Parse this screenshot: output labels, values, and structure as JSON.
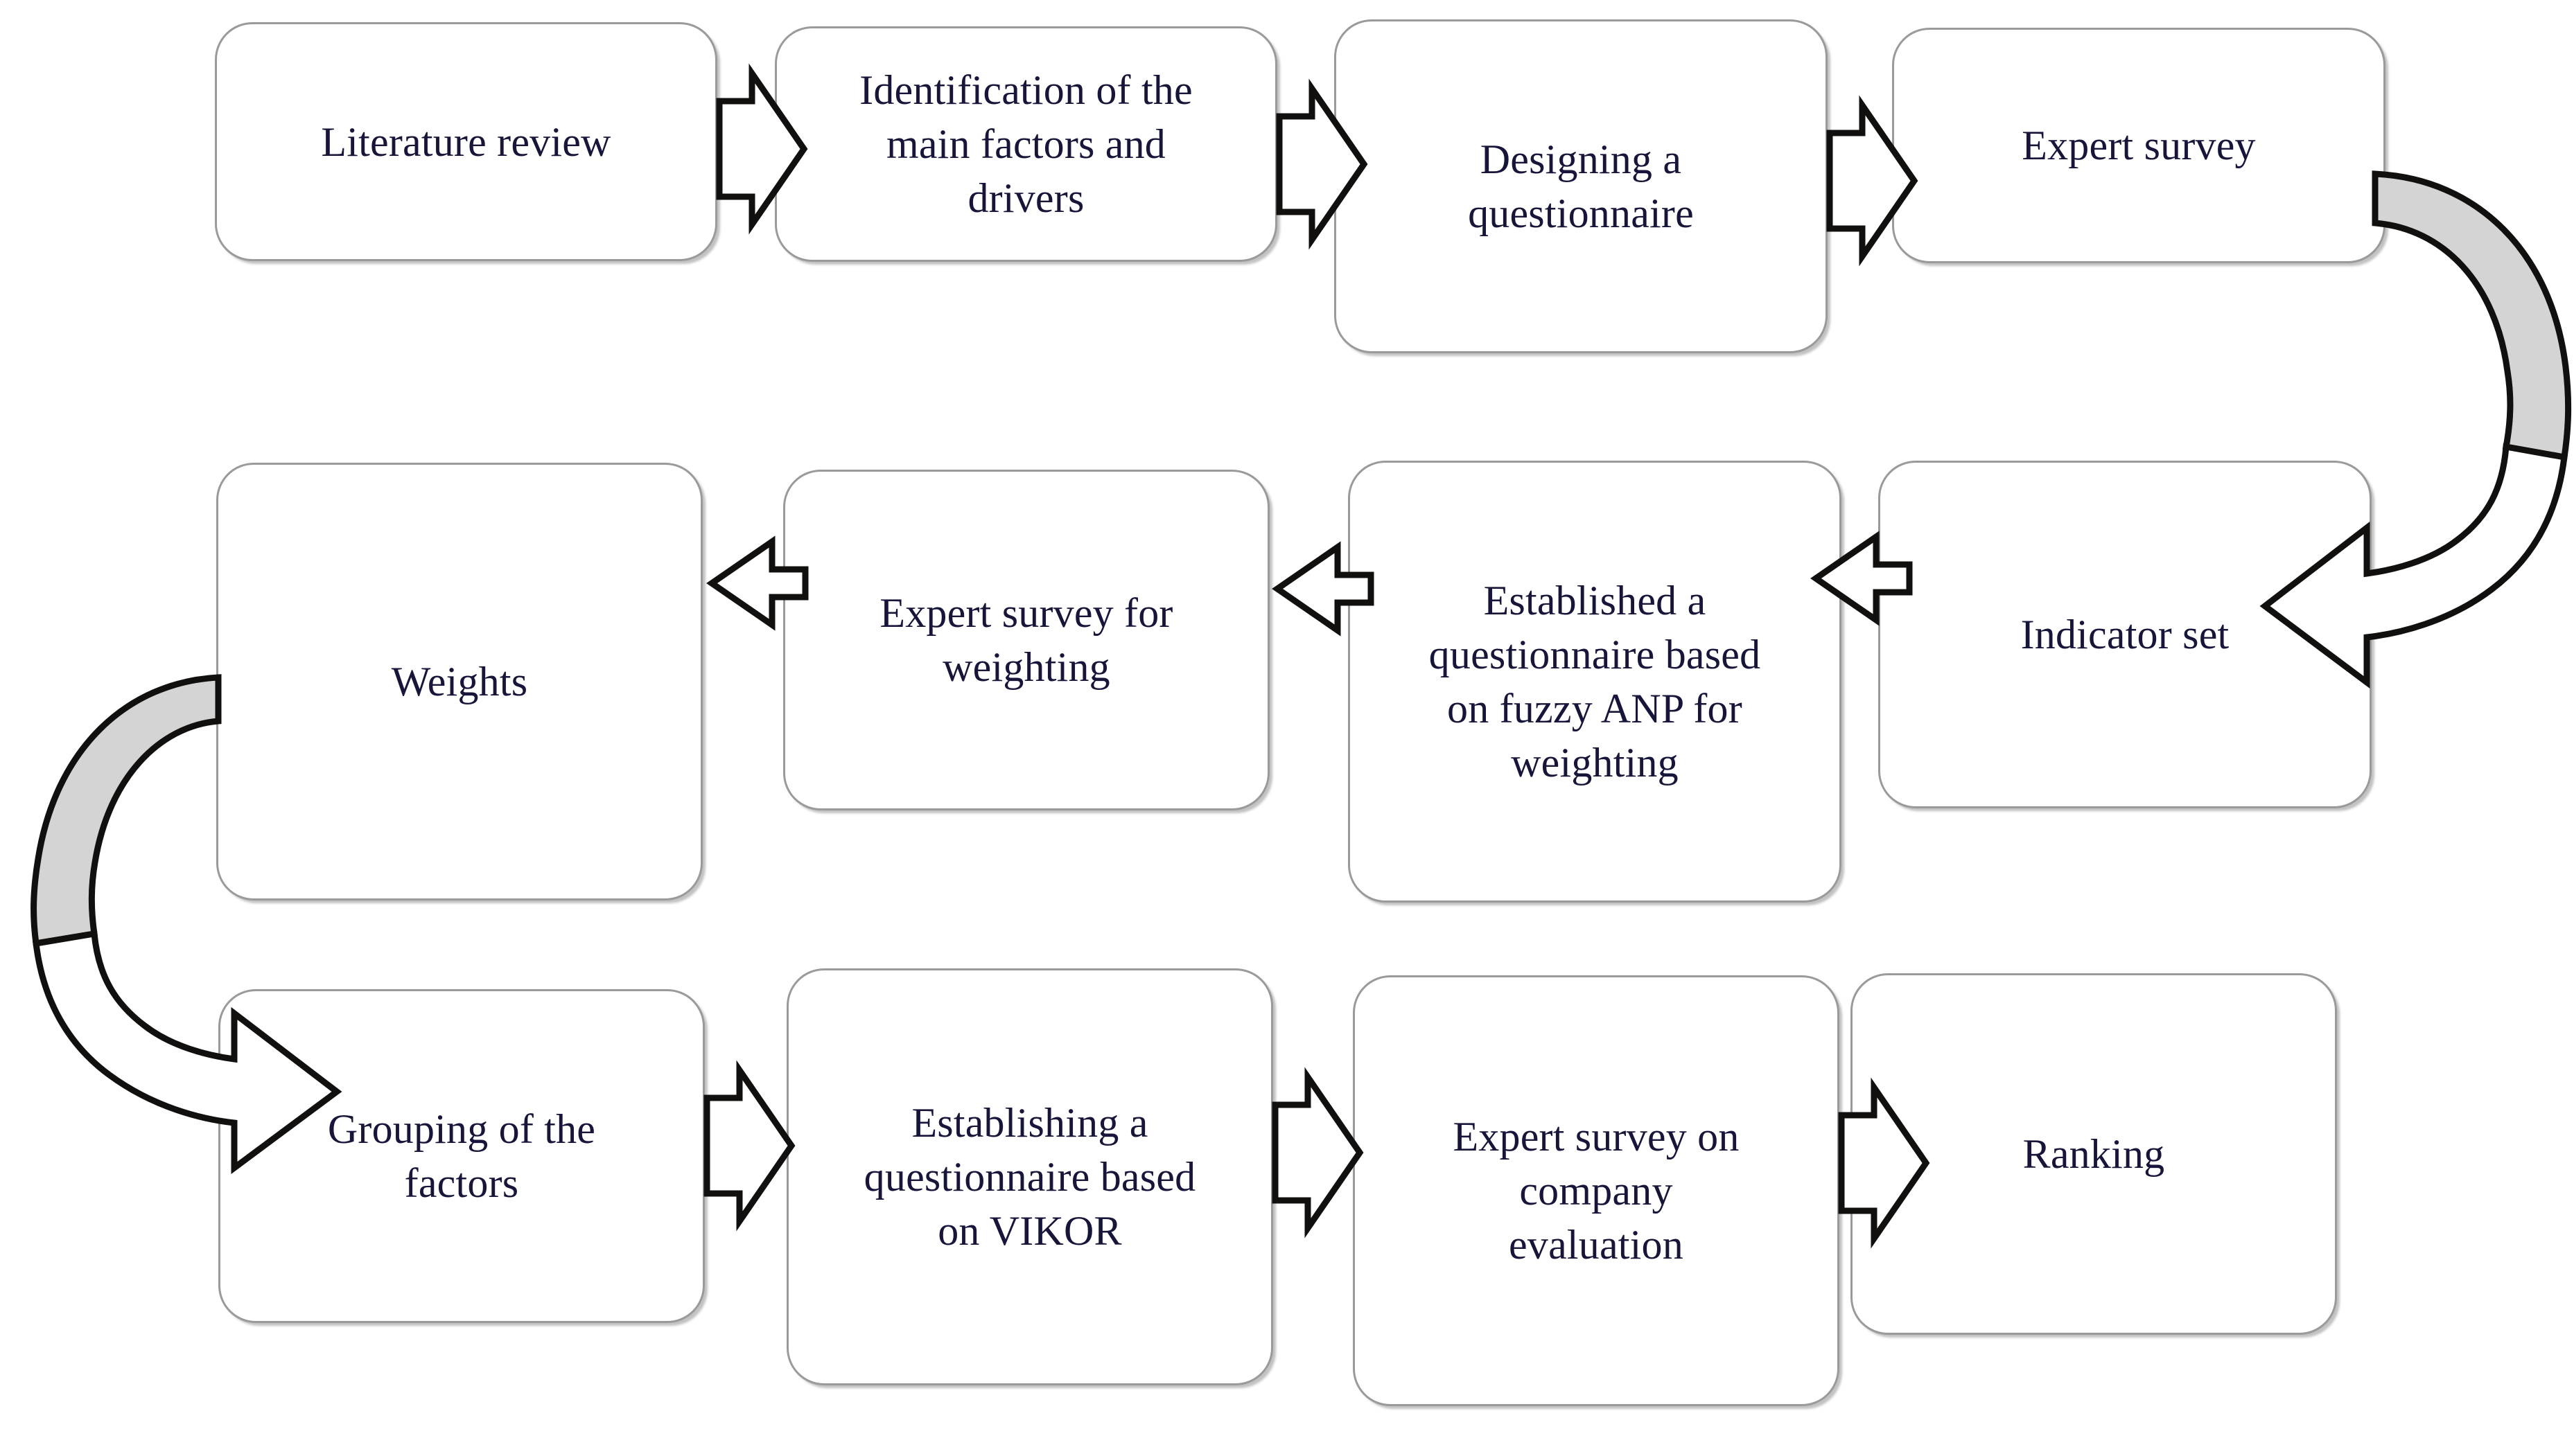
{
  "diagram": {
    "title": "Research methodology flowchart",
    "type": "process-flowchart",
    "rows": 3,
    "colors": {
      "node_fill": "#ffffff",
      "node_border": "#9a9a9a",
      "text": "#17163a",
      "arrow_stroke": "#12100e",
      "arrow_fill": "#ffffff",
      "curved_arrow_fill": "#d4d4d4"
    }
  },
  "nodes": {
    "n1": {
      "id": "literature-review",
      "label": "Literature review",
      "row": 1,
      "col": 1
    },
    "n2": {
      "id": "identification-of-main-factors-and-drivers",
      "label": "Identification of the\nmain factors and\ndrivers",
      "row": 1,
      "col": 2
    },
    "n3": {
      "id": "designing-a-questionnaire",
      "label": "Designing a\nquestionnaire",
      "row": 1,
      "col": 3
    },
    "n4": {
      "id": "expert-survey",
      "label": "Expert survey",
      "row": 1,
      "col": 4
    },
    "n5": {
      "id": "indicator-set",
      "label": "Indicator set",
      "row": 2,
      "col": 4
    },
    "n6": {
      "id": "established-questionnaire-fuzzy-anp",
      "label": "Established a\nquestionnaire based\non fuzzy ANP for\nweighting",
      "row": 2,
      "col": 3
    },
    "n7": {
      "id": "expert-survey-for-weighting",
      "label": "Expert survey for\nweighting",
      "row": 2,
      "col": 2
    },
    "n8": {
      "id": "weights",
      "label": "Weights",
      "row": 2,
      "col": 1
    },
    "n9": {
      "id": "grouping-of-the-factors",
      "label": "Grouping of the\nfactors",
      "row": 3,
      "col": 1
    },
    "n10": {
      "id": "establishing-questionnaire-vikor",
      "label": "Establishing a\nquestionnaire based\non VIKOR",
      "row": 3,
      "col": 2
    },
    "n11": {
      "id": "expert-survey-on-company-evaluation",
      "label": "Expert survey on\ncompany\nevaluation",
      "row": 3,
      "col": 3
    },
    "n12": {
      "id": "ranking",
      "label": "Ranking",
      "row": 3,
      "col": 4
    }
  },
  "connectors": [
    {
      "id": "c1",
      "from": "literature-review",
      "to": "identification-of-main-factors-and-drivers",
      "kind": "block-arrow",
      "direction": "right"
    },
    {
      "id": "c2",
      "from": "identification-of-main-factors-and-drivers",
      "to": "designing-a-questionnaire",
      "kind": "block-arrow",
      "direction": "right"
    },
    {
      "id": "c3",
      "from": "designing-a-questionnaire",
      "to": "expert-survey",
      "kind": "block-arrow",
      "direction": "right"
    },
    {
      "id": "c4",
      "from": "expert-survey",
      "to": "indicator-set",
      "kind": "curved-arrow",
      "direction": "wrap-right-down-left"
    },
    {
      "id": "c5",
      "from": "indicator-set",
      "to": "established-questionnaire-fuzzy-anp",
      "kind": "block-arrow",
      "direction": "left"
    },
    {
      "id": "c6",
      "from": "established-questionnaire-fuzzy-anp",
      "to": "expert-survey-for-weighting",
      "kind": "block-arrow",
      "direction": "left"
    },
    {
      "id": "c7",
      "from": "expert-survey-for-weighting",
      "to": "weights",
      "kind": "block-arrow",
      "direction": "left"
    },
    {
      "id": "c8",
      "from": "weights",
      "to": "grouping-of-the-factors",
      "kind": "curved-arrow",
      "direction": "wrap-left-down-right"
    },
    {
      "id": "c9",
      "from": "grouping-of-the-factors",
      "to": "establishing-questionnaire-vikor",
      "kind": "block-arrow",
      "direction": "right"
    },
    {
      "id": "c10",
      "from": "establishing-questionnaire-vikor",
      "to": "expert-survey-on-company-evaluation",
      "kind": "block-arrow",
      "direction": "right"
    },
    {
      "id": "c11",
      "from": "expert-survey-on-company-evaluation",
      "to": "ranking",
      "kind": "block-arrow",
      "direction": "right"
    }
  ]
}
